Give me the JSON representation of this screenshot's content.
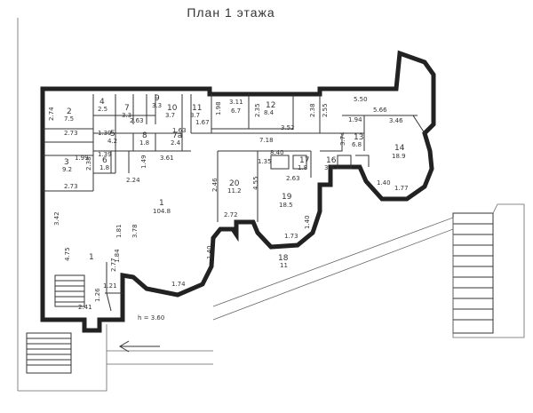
{
  "title": "План 1 этажа",
  "height_mark": "h = 3.60",
  "rooms": [
    {
      "id": "r2",
      "num": "2",
      "area": "7.5"
    },
    {
      "id": "r3",
      "num": "3",
      "area": "9.2"
    },
    {
      "id": "r4",
      "num": "4",
      "area": "2.5"
    },
    {
      "id": "r5",
      "num": "5",
      "area": "4.2"
    },
    {
      "id": "r6",
      "num": "6",
      "area": "1.8"
    },
    {
      "id": "r7",
      "num": "7",
      "area": "3.3"
    },
    {
      "id": "r7a",
      "num": "7а",
      "area": "2.4"
    },
    {
      "id": "r8",
      "num": "8",
      "area": "1.8"
    },
    {
      "id": "r9",
      "num": "9",
      "area": "3.3"
    },
    {
      "id": "r10",
      "num": "10",
      "area": "3.7"
    },
    {
      "id": "r11",
      "num": "11",
      "area": "3.7"
    },
    {
      "id": "r11b",
      "num": "3.11",
      "area": "6.7"
    },
    {
      "id": "r12",
      "num": "12",
      "area": "8.4"
    },
    {
      "id": "r13",
      "num": "13",
      "area": "6.8"
    },
    {
      "id": "r14",
      "num": "14",
      "area": "18.9"
    },
    {
      "id": "r16",
      "num": "16",
      "area": "3.9"
    },
    {
      "id": "r17",
      "num": "17",
      "area": "1.8"
    },
    {
      "id": "r18",
      "num": "18",
      "area": "11"
    },
    {
      "id": "r19",
      "num": "19",
      "area": "18.5"
    },
    {
      "id": "r20",
      "num": "20",
      "area": "11.2"
    },
    {
      "id": "r1",
      "num": "1",
      "area": "104.8"
    },
    {
      "id": "rfoyer",
      "num": "1",
      "area": ""
    }
  ],
  "dimensions": [
    "2.74",
    "2.73",
    "2.73",
    "3.42",
    "4.75",
    "3.61",
    "2.24",
    "1.49",
    "1.39",
    "2.38",
    "1.81",
    "3.78",
    "1.84",
    "2.77",
    "1.26",
    "2.41",
    "1.74",
    "1.40",
    "2.46",
    "4.55",
    "2.72",
    "1.73",
    "1.40",
    "2.63",
    "1.35",
    "7.18",
    "8.40",
    "3.52",
    "5.50",
    "5.66",
    "3.46",
    "1.94",
    "3.74",
    "1.77",
    "1.40",
    "2.55",
    "2.38",
    "2.35",
    "1.98",
    "1.67",
    "1.63",
    "2.63",
    "1.99",
    "1.39",
    "1.21"
  ]
}
